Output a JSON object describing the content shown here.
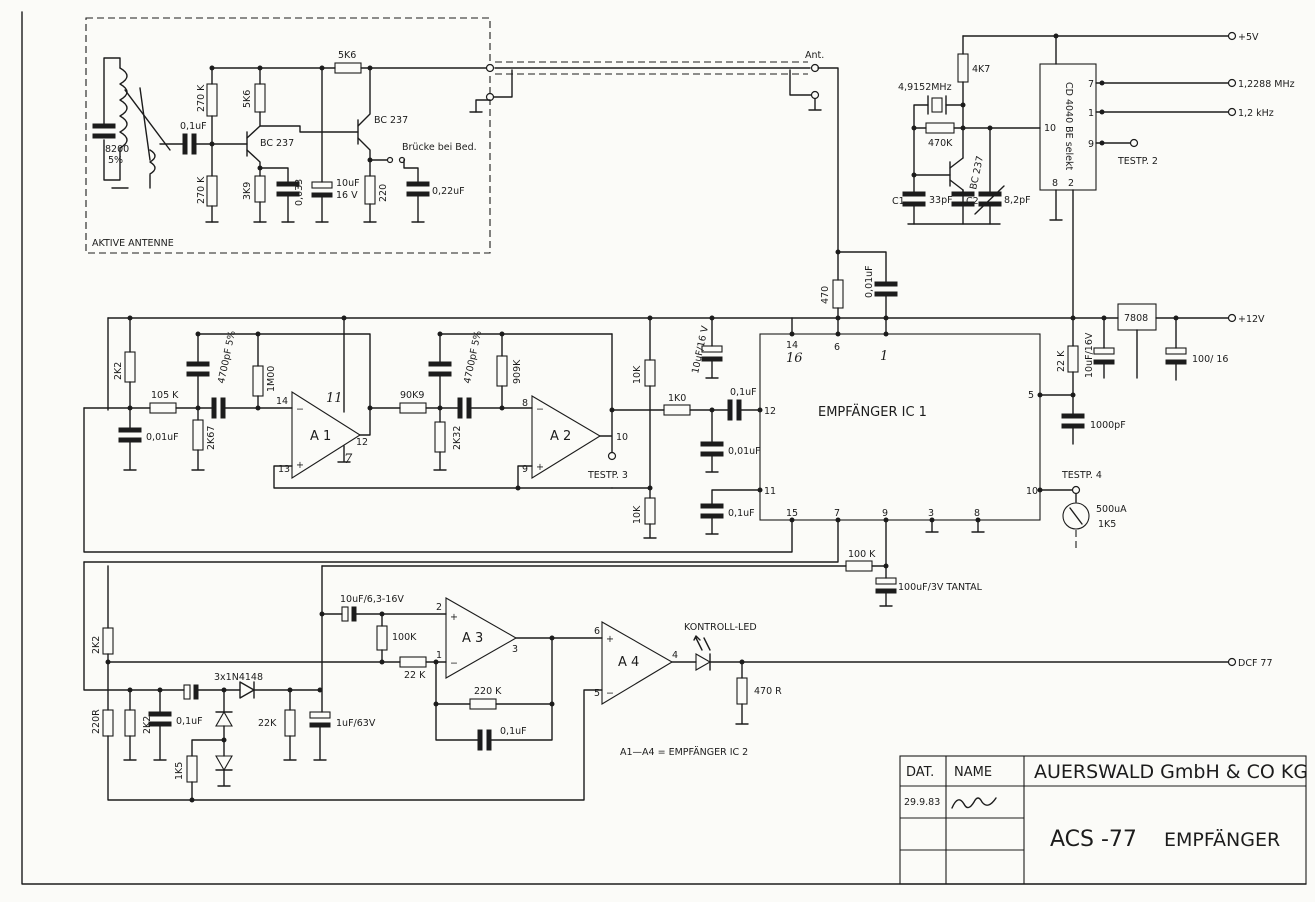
{
  "sheet": {
    "company": "AUERSWALD GmbH & CO KG",
    "title_main": "ACS -77",
    "title_sub": "EMPFÄNGER",
    "col_date": "DAT.",
    "col_name": "NAME",
    "date_value": "29.9.83"
  },
  "ports": {
    "p5v": "+5V",
    "p12v": "+12V",
    "f1": "1,2288 MHz",
    "f2": "1,2 kHz",
    "dcf": "DCF 77",
    "ant": "Ant."
  },
  "antenna": {
    "box_label": "AKTIVE ANTENNE",
    "c_coil": "8200",
    "c_tol": "5%",
    "c_in": "0,1uF",
    "r_top": "270 K",
    "r_bot": "270 K",
    "r_c": "5K6",
    "r_e": "3K9",
    "t1": "BC 237",
    "c_e": "0,033",
    "r_fb": "5K6",
    "t2": "BC 237",
    "c_dec": "10uF",
    "c_dec_v": "16 V",
    "r_out": "220",
    "jumper": "Brücke bei Bed.",
    "c_out": "0,22uF"
  },
  "osc": {
    "xtal": "4,9152MHz",
    "r_pu": "4K7",
    "r_fb": "470K",
    "t": "BC 237",
    "c1_name": "C1",
    "c1": "33pF",
    "c2_name": "C2",
    "c2": "8,2pF",
    "ic": "CD 4040 BE selekt",
    "pin7": "7",
    "pin1": "1",
    "pin9": "9",
    "pin10": "10",
    "pin8": "8",
    "pin2": "2",
    "tp2": "TESTP. 2"
  },
  "filter": {
    "r_2k2": "2K2",
    "r_105k": "105 K",
    "c_001": "0,01uF",
    "c_4700": "4700pF 5%",
    "r_2k67": "2K67",
    "r_1m": "1M00",
    "a1": "A 1",
    "a1_pin14": "14",
    "a1_pin13": "13",
    "a1_pin12": "12",
    "a1_pin11": "11",
    "a1_pin7": "7",
    "r_90k9": "90K9",
    "c_4700b": "4700pF 5%",
    "r_909k": "909K",
    "r_2k32": "2K32",
    "a2": "A 2",
    "a2_pin8": "8",
    "a2_pin9": "9",
    "a2_pin10": "10",
    "tp3": "TESTP. 3",
    "r_10k_a": "10K",
    "r_10k_b": "10K"
  },
  "ic1": {
    "label": "EMPFÄNGER IC 1",
    "r_470": "470",
    "c_001": "0,01uF",
    "c_10u": "10uF/16 V",
    "r_1k0": "1K0",
    "c_01a": "0,1uF",
    "c_001b": "0,01uF",
    "c_01b": "0,1uF",
    "pin14": "14",
    "pin6": "6",
    "pin1": "1",
    "pin16": "16",
    "pin12": "12",
    "pin11": "11",
    "pin15": "15",
    "pin7": "7",
    "pin9": "9",
    "pin3": "3",
    "pin8": "8",
    "pin5": "5",
    "pin10": "10",
    "r_22k": "22 K",
    "c_10u2": "10uF/16V",
    "reg": "7808",
    "c_100": "100/ 16",
    "c_1000": "1000pF",
    "tp4": "TESTP. 4",
    "meter": "500uA",
    "meter_r": "1K5",
    "r_100k": "100 K",
    "c_tantal": "100uF/3V TANTAL"
  },
  "output": {
    "c_10u": "10uF/6,3-16V",
    "r_100k": "100K",
    "r_22k": "22 K",
    "a3": "A 3",
    "a3_pin2": "2",
    "a3_pin1": "1",
    "a3_pin3": "3",
    "r_220k": "220 K",
    "c_01": "0,1uF",
    "a4": "A 4",
    "a4_pin6": "6",
    "a4_pin5": "5",
    "a4_pin4": "4",
    "led": "KONTROLL-LED",
    "r_470r": "470 R",
    "diodes": "3x1N4148",
    "r_2k2a": "2K2",
    "r_220r": "220R",
    "r_2k2b": "2K2",
    "c_01b": "0,1uF",
    "r_1k5": "1K5",
    "r_22kb": "22K",
    "c_1u": "1uF/63V",
    "note": "A1—A4 = EMPFÄNGER IC 2"
  }
}
